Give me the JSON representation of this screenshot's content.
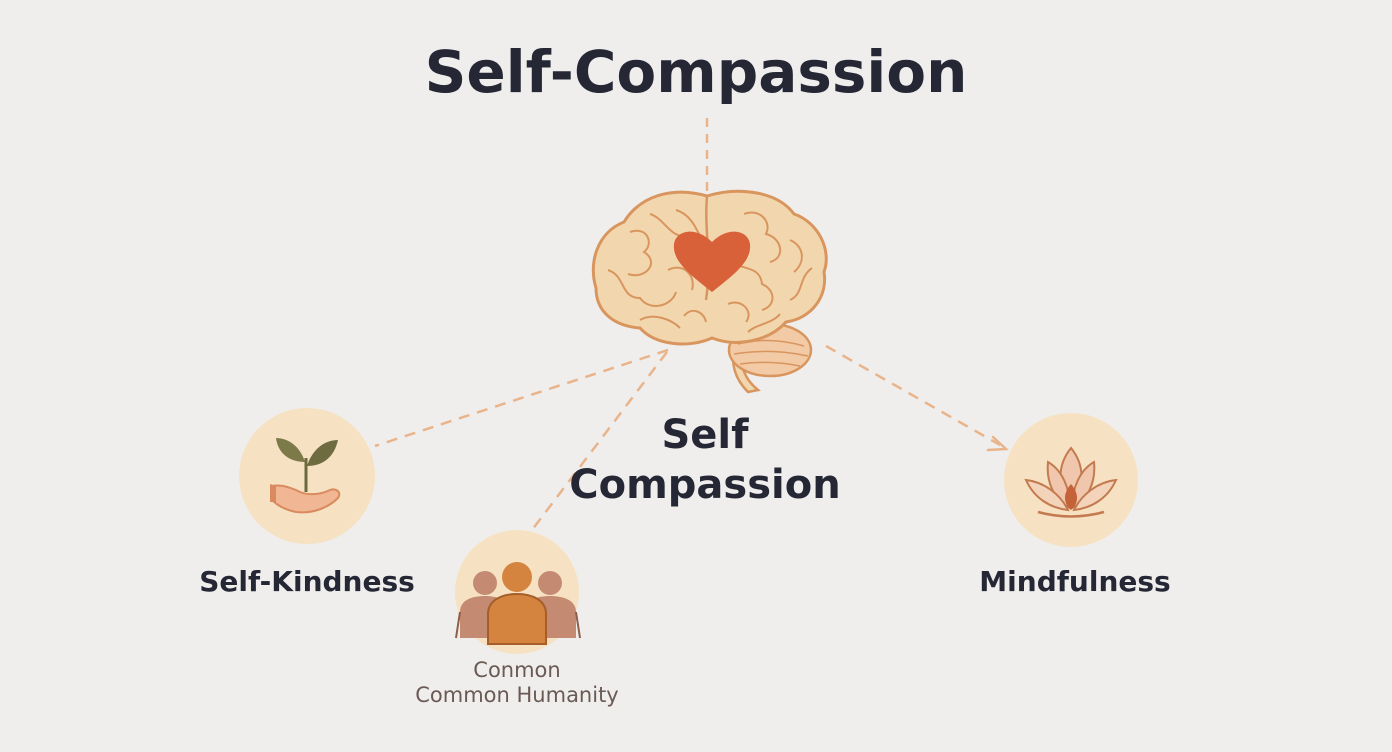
{
  "title": "Self-Compassion",
  "center": {
    "label_line1": "Self",
    "label_line2": "Compassion",
    "icon": "brain-heart-icon"
  },
  "nodes": [
    {
      "id": "self-kindness",
      "label": "Self-Kindness",
      "icon": "hand-sprout-icon"
    },
    {
      "id": "common-humanity",
      "label_line1": "Conmon",
      "label_line2": "Common Humanity",
      "icon": "people-group-icon"
    },
    {
      "id": "mindfulness",
      "label": "Mindfulness",
      "icon": "lotus-icon"
    }
  ],
  "colors": {
    "background": "#efeeed",
    "text": "#252735",
    "brain_fill": "#f2d7ae",
    "brain_stroke": "#d9955e",
    "heart": "#d9613a",
    "node_circle": "#f6e2c2",
    "connector": "#eab48a",
    "people": "#d4843e"
  }
}
